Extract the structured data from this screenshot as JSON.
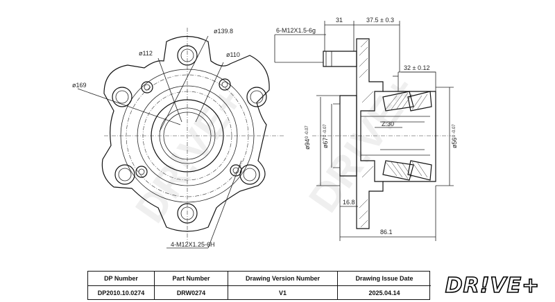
{
  "front_view": {
    "labels": {
      "dia_169": "ø169",
      "dia_139_8": "ø139.8",
      "dia_112": "ø112",
      "dia_110": "ø110",
      "bolt_thread": "4-M12X1.25-6H"
    }
  },
  "side_view": {
    "labels": {
      "stud_thread": "6-M12X1.5-6g",
      "dim_31": "31",
      "dim_37_5": "37.5 ± 0.3",
      "dim_32": "32 ± 0.12",
      "spline": "Z:30",
      "dia_94": "ø94",
      "dia_94_tol": "0 -0.07",
      "dia_67": "ø67",
      "dia_67_tol": "0 -0.07",
      "dia_56": "ø56",
      "dia_56_tol": "0 -0.07",
      "dim_16_8": "16.8",
      "dim_86_1": "86.1"
    }
  },
  "title_block": {
    "headers": [
      "DP Number",
      "Part Number",
      "Drawing Version Number",
      "Drawing Issue Date"
    ],
    "values": [
      "DP2010.10.0274",
      "DRW0274",
      "V1",
      "2025.04.14"
    ]
  },
  "brand": {
    "logo_text": "DR!VE+"
  },
  "watermark": {
    "text": "DR!VE+"
  }
}
